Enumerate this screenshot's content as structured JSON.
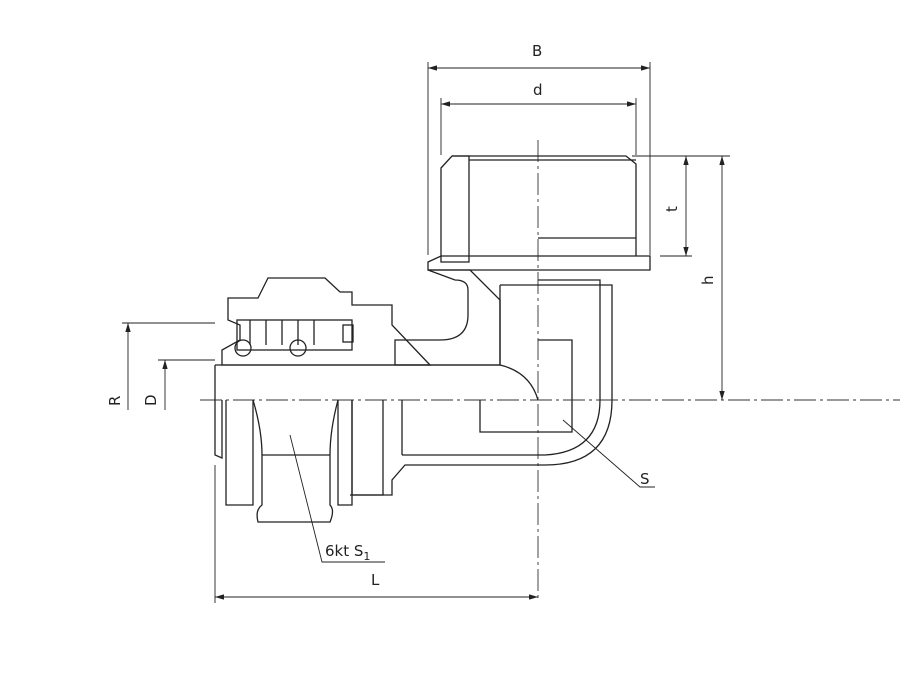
{
  "drawing": {
    "title": "Elbow fitting with male thread – sectional view",
    "dimensions": {
      "B": "B",
      "d": "d",
      "t": "t",
      "h": "h",
      "R": "R",
      "D": "D",
      "S": "S",
      "S1_prefix": "6kt S",
      "S1_sub": "1",
      "L": "L"
    },
    "colors": {
      "line": "#222222",
      "background": "#ffffff"
    }
  }
}
